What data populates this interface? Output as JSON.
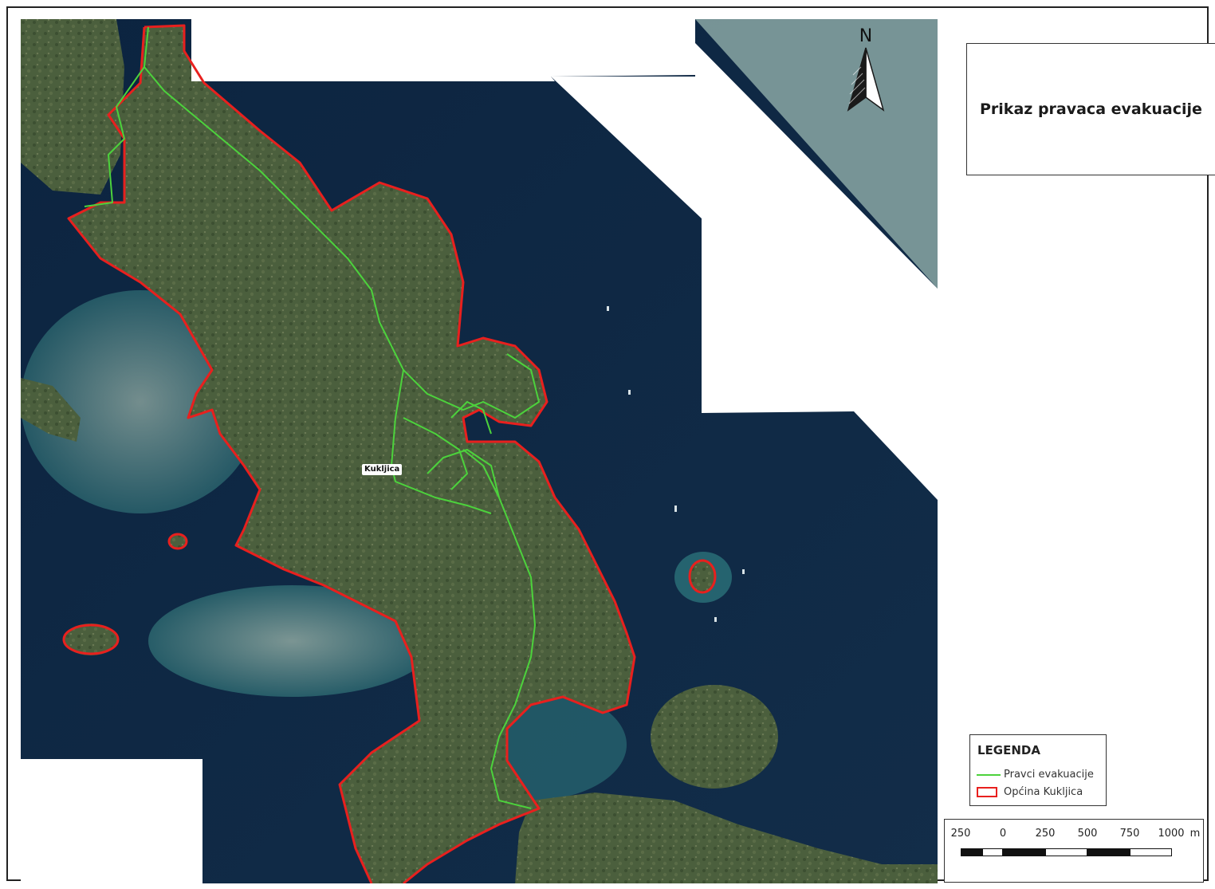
{
  "map": {
    "town_label": "Kukljica",
    "north_label": "N"
  },
  "title": "Prikaz pravaca evakuacije",
  "legend": {
    "title": "LEGENDA",
    "items": [
      {
        "label": "Pravci evakuacije",
        "symbol": "line",
        "color": "#4cd23c"
      },
      {
        "label": "Općina Kukljica",
        "symbol": "polygon-outline",
        "color": "#e8201e"
      }
    ]
  },
  "scale_bar": {
    "labels": [
      "250",
      "0",
      "250",
      "500",
      "750",
      "1000"
    ],
    "unit": "m"
  },
  "colors": {
    "sea": "#0f2a44",
    "shallow": "#2f7e86",
    "land": "#4a5e3c",
    "boundary": "#e8201e",
    "route": "#4cd23c"
  }
}
